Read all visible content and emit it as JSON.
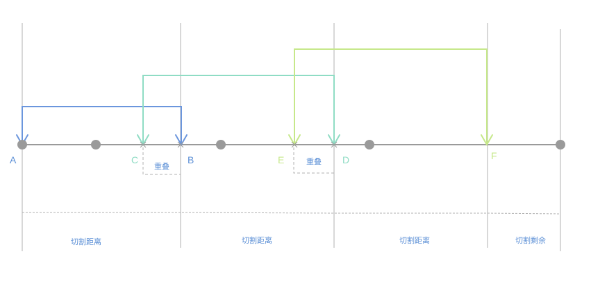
{
  "points": {
    "A": {
      "label": "A",
      "color": "#5b8fd6"
    },
    "B": {
      "label": "B",
      "color": "#5b8fd6"
    },
    "C": {
      "label": "C",
      "color": "#8fdcc4"
    },
    "D": {
      "label": "D",
      "color": "#8fdcc4"
    },
    "E": {
      "label": "E",
      "color": "#c6e88a"
    },
    "F": {
      "label": "F",
      "color": "#c6e88a"
    }
  },
  "overlap_labels": [
    "重叠",
    "重叠"
  ],
  "segments": [
    "切割距离",
    "切割距离",
    "切割距离",
    "切割剩余"
  ],
  "colors": {
    "axis": "#9a9a9a",
    "node": "#9a9a9a",
    "blue": "#6b96dd",
    "teal": "#8fdcc4",
    "green": "#c6e88a",
    "guide": "#b0b0b0",
    "dashed": "#b0b0b0"
  }
}
